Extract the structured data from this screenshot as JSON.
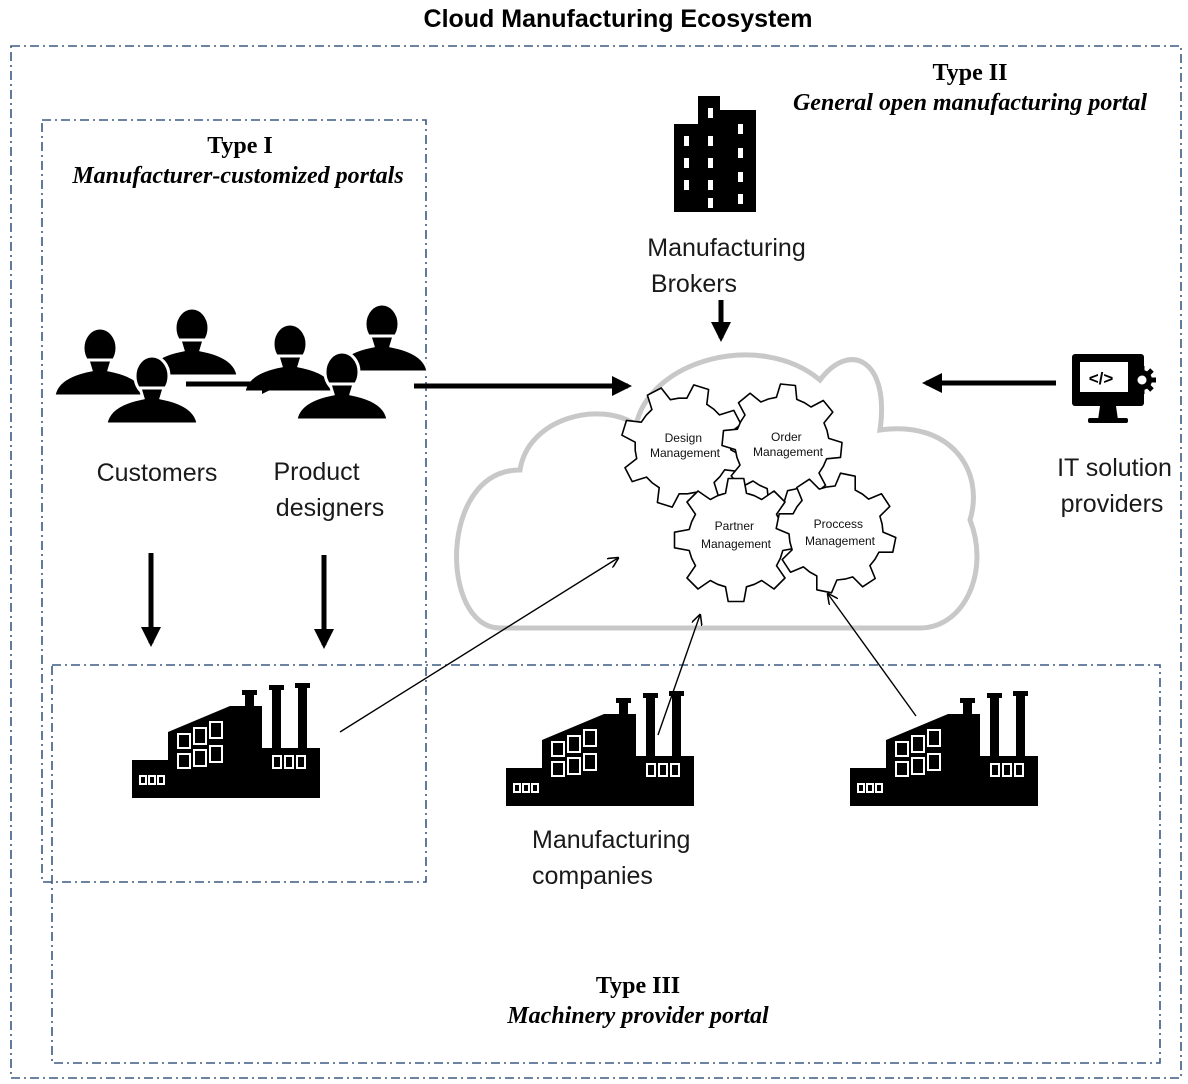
{
  "title": "Cloud Manufacturing Ecosystem",
  "type1": {
    "title": "Type I",
    "subtitle": "Manufacturer-customized portals"
  },
  "type2": {
    "title": "Type II",
    "subtitle": "General open manufacturing portal"
  },
  "type3": {
    "title": "Type III",
    "subtitle": "Machinery provider portal"
  },
  "actors": {
    "customers": "Customers",
    "product_designers": [
      "Product",
      "designers"
    ],
    "brokers": [
      "Manufacturing",
      "Brokers"
    ],
    "it_providers": [
      "IT solution",
      "providers"
    ],
    "manufacturing_companies": [
      "Manufacturing",
      "companies"
    ]
  },
  "gears": {
    "design": [
      "Design",
      "Management"
    ],
    "order": [
      "Order",
      "Management"
    ],
    "partner": [
      "Partner",
      "Management"
    ],
    "process": [
      "Proccess",
      "Management"
    ]
  },
  "icons": {
    "code": "</>"
  }
}
